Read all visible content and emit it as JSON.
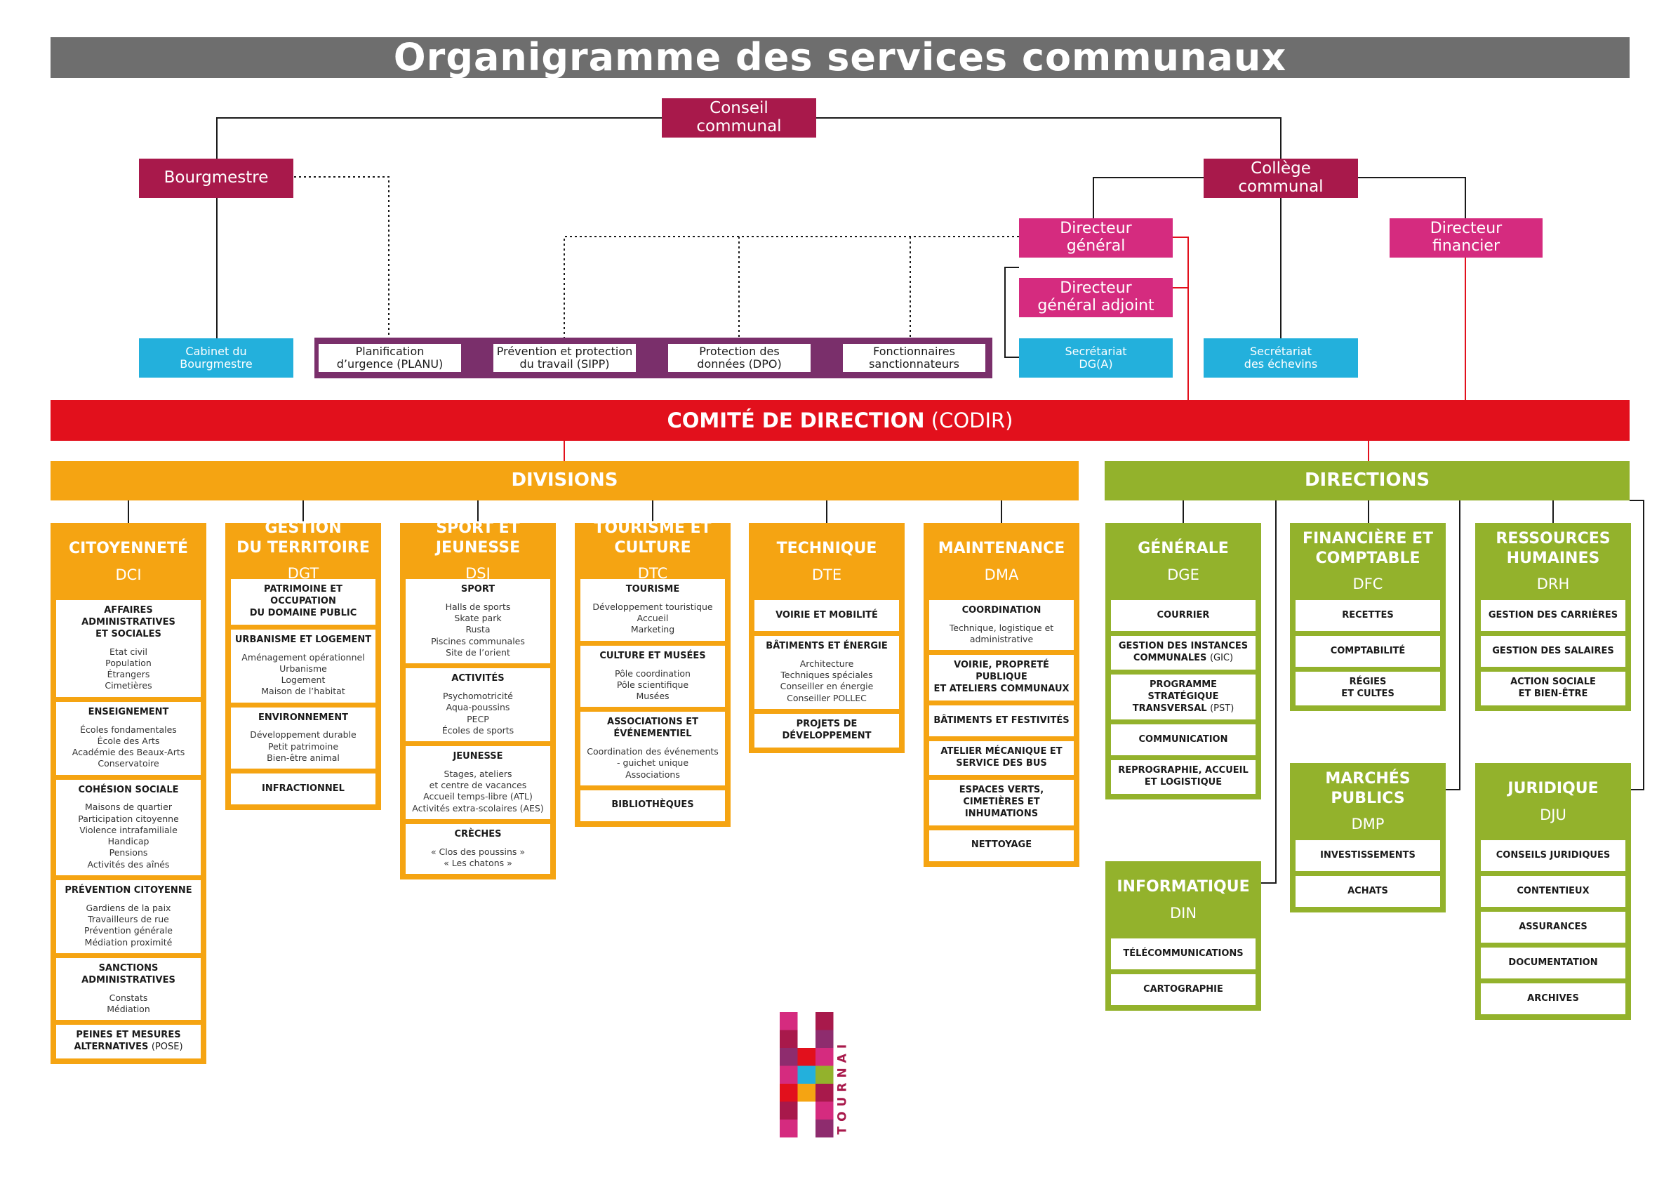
{
  "title": "Organigramme des services communaux",
  "top": {
    "conseil": "Conseil\ncommunal",
    "bourgmestre": "Bourgmestre",
    "college": "Collège\ncommunal",
    "dg": "Directeur\ngénéral",
    "dga": "Directeur\ngénéral adjoint",
    "df": "Directeur\nfinancier",
    "cabinet": "Cabinet du\nBourgmestre",
    "sec_dg": "Secrétariat\nDG(A)",
    "sec_ech": "Secrétariat\ndes échevins"
  },
  "services": [
    "Planification\nd’urgence (PLANU)",
    "Prévention et protection\ndu travail (SIPP)",
    "Protection des\ndonnées (DPO)",
    "Fonctionnaires\nsanctionnateurs"
  ],
  "codir": {
    "main": "COMITÉ DE DIRECTION",
    "abbr": "(CODIR)"
  },
  "divisions_label": "DIVISIONS",
  "directions_label": "DIRECTIONS",
  "divisions": [
    {
      "name": "CITOYENNETÉ",
      "abbr": "DCI",
      "items": [
        {
          "h": "AFFAIRES ADMINISTRATIVES\nET SOCIALES",
          "s": "Etat civil\nPopulation\nÉtrangers\nCimetières"
        },
        {
          "h": "ENSEIGNEMENT",
          "s": "Écoles fondamentales\nÉcole des Arts\nAcadémie des Beaux-Arts\nConservatoire"
        },
        {
          "h": "COHÉSION SOCIALE",
          "s": "Maisons de quartier\nParticipation citoyenne\nViolence intrafamiliale\nHandicap\nPensions\nActivités des aînés"
        },
        {
          "h": "PRÉVENTION CITOYENNE",
          "s": "Gardiens de la paix\nTravailleurs de rue\nPrévention générale\nMédiation proximité"
        },
        {
          "h": "SANCTIONS\nADMINISTRATIVES",
          "s": "Constats\nMédiation"
        },
        {
          "h": "PEINES ET MESURES\nALTERNATIVES",
          "h2": "(POSE)",
          "s": ""
        }
      ]
    },
    {
      "name": "GESTION\nDU TERRITOIRE",
      "abbr": "DGT",
      "items": [
        {
          "h": "PATRIMOINE ET OCCUPATION\nDU DOMAINE PUBLIC",
          "s": ""
        },
        {
          "h": "URBANISME ET LOGEMENT",
          "s": "Aménagement opérationnel\nUrbanisme\nLogement\nMaison de l’habitat"
        },
        {
          "h": "ENVIRONNEMENT",
          "s": "Développement durable\nPetit patrimoine\nBien-être animal"
        },
        {
          "h": "INFRACTIONNEL",
          "s": ""
        }
      ]
    },
    {
      "name": "SPORT ET\nJEUNESSE",
      "abbr": "DSJ",
      "items": [
        {
          "h": "SPORT",
          "s": "Halls de sports\nSkate park\nRusta\nPiscines communales\nSite de l’orient"
        },
        {
          "h": "ACTIVITÉS",
          "s": "Psychomotricité\nAqua-poussins\nPECP\nÉcoles de sports"
        },
        {
          "h": "JEUNESSE",
          "s": "Stages, ateliers\net centre de vacances\nAccueil temps-libre (ATL)\nActivités extra-scolaires (AES)"
        },
        {
          "h": "CRÈCHES",
          "s": "« Clos des poussins »\n« Les chatons »"
        }
      ]
    },
    {
      "name": "TOURISME ET\nCULTURE",
      "abbr": "DTC",
      "items": [
        {
          "h": "TOURISME",
          "s": "Développement touristique\nAccueil\nMarketing"
        },
        {
          "h": "CULTURE ET MUSÉES",
          "s": "Pôle coordination\nPôle scientifique\nMusées"
        },
        {
          "h": "ASSOCIATIONS ET\nÉVÉNEMENTIEL",
          "s": "Coordination des événements\n- guichet unique\nAssociations"
        },
        {
          "h": "BIBLIOTHÈQUES",
          "s": ""
        }
      ]
    },
    {
      "name": "TECHNIQUE",
      "abbr": "DTE",
      "items": [
        {
          "h": "VOIRIE ET MOBILITÉ",
          "s": ""
        },
        {
          "h": "BÂTIMENTS ET ÉNERGIE",
          "s": "Architecture\nTechniques spéciales\nConseiller en énergie\nConseiller POLLEC"
        },
        {
          "h": "PROJETS DE\nDÉVELOPPEMENT",
          "s": ""
        }
      ]
    },
    {
      "name": "MAINTENANCE",
      "abbr": "DMA",
      "items": [
        {
          "h": "COORDINATION",
          "s": "Technique, logistique et\nadministrative"
        },
        {
          "h": "VOIRIE, PROPRETÉ PUBLIQUE\nET ATELIERS COMMUNAUX",
          "s": ""
        },
        {
          "h": "BÂTIMENTS ET FESTIVITÉS",
          "s": ""
        },
        {
          "h": "ATELIER MÉCANIQUE ET\nSERVICE DES BUS",
          "s": ""
        },
        {
          "h": "ESPACES VERTS,\nCIMETIÈRES ET INHUMATIONS",
          "s": ""
        },
        {
          "h": "NETTOYAGE",
          "s": ""
        }
      ]
    }
  ],
  "directions": [
    {
      "name": "GÉNÉRALE",
      "abbr": "DGE",
      "items": [
        {
          "h": "COURRIER",
          "s": ""
        },
        {
          "h": "GESTION DES INSTANCES\nCOMMUNALES",
          "h2": "(GIC)",
          "s": ""
        },
        {
          "h": "PROGRAMME STRATÉGIQUE\nTRANSVERSAL",
          "h2": "(PST)",
          "s": ""
        },
        {
          "h": "COMMUNICATION",
          "s": ""
        },
        {
          "h": "REPROGRAPHIE, ACCUEIL\nET LOGISTIQUE",
          "s": ""
        }
      ]
    },
    {
      "name": "INFORMATIQUE",
      "abbr": "DIN",
      "items": [
        {
          "h": "TÉLÉCOMMUNICATIONS",
          "s": ""
        },
        {
          "h": "CARTOGRAPHIE",
          "s": ""
        }
      ]
    },
    {
      "name": "FINANCIÈRE ET\nCOMPTABLE",
      "abbr": "DFC",
      "items": [
        {
          "h": "RECETTES",
          "s": ""
        },
        {
          "h": "COMPTABILITÉ",
          "s": ""
        },
        {
          "h": "RÉGIES\nET CULTES",
          "s": ""
        }
      ]
    },
    {
      "name": "MARCHÉS PUBLICS",
      "abbr": "DMP",
      "items": [
        {
          "h": "INVESTISSEMENTS",
          "s": ""
        },
        {
          "h": "ACHATS",
          "s": ""
        }
      ]
    },
    {
      "name": "RESSOURCES\nHUMAINES",
      "abbr": "DRH",
      "items": [
        {
          "h": "GESTION DES CARRIÈRES",
          "s": ""
        },
        {
          "h": "GESTION DES SALAIRES",
          "s": ""
        },
        {
          "h": "ACTION SOCIALE\nET BIEN-ÊTRE",
          "s": ""
        }
      ]
    },
    {
      "name": "JURIDIQUE",
      "abbr": "DJU",
      "items": [
        {
          "h": "CONSEILS JURIDIQUES",
          "s": ""
        },
        {
          "h": "CONTENTIEUX",
          "s": ""
        },
        {
          "h": "ASSURANCES",
          "s": ""
        },
        {
          "h": "DOCUMENTATION",
          "s": ""
        },
        {
          "h": "ARCHIVES",
          "s": ""
        }
      ]
    }
  ],
  "logo": {
    "text": "TOURNAI",
    "colors": [
      "#d52b7f",
      "#a8194b",
      "#8e2c6e",
      "#e2101c",
      "#23b0dc",
      "#93b22c",
      "#f5a412"
    ]
  }
}
